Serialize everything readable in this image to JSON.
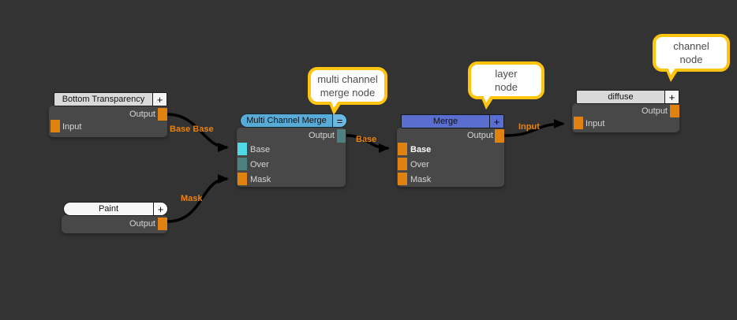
{
  "colors": {
    "background": "#333333",
    "node_body": "#484848",
    "title_gray": "#d9d9d9",
    "title_cyan": "#58abd7",
    "title_blue": "#5a6ed0",
    "port_orange": "#e0820f",
    "port_cyan": "#4fd9e7",
    "port_teal": "#4e8080",
    "wire": "#000000",
    "wire_label": "#e8820f",
    "callout_border": "#fec40e"
  },
  "nodes": {
    "bottom_transparency": {
      "title": "Bottom Transparency",
      "add_button": "+",
      "ports": {
        "output": "Output",
        "input": "Input"
      }
    },
    "paint": {
      "title": "Paint",
      "add_button": "+",
      "ports": {
        "output": "Output"
      }
    },
    "multi_channel_merge": {
      "title": "Multi Channel Merge",
      "menu_button": "=",
      "ports": {
        "output": "Output",
        "base": "Base",
        "over": "Over",
        "mask": "Mask"
      }
    },
    "merge": {
      "title": "Merge",
      "add_button": "+",
      "ports": {
        "output": "Output",
        "base": "Base",
        "over": "Over",
        "mask": "Mask"
      }
    },
    "diffuse": {
      "title": "diffuse",
      "add_button": "+",
      "ports": {
        "output": "Output",
        "input": "Input"
      }
    }
  },
  "wire_labels": {
    "base_base": "Base Base",
    "mask": "Mask",
    "base": "Base",
    "input": "Input"
  },
  "callouts": {
    "multi_channel_merge": {
      "line1": "multi channel",
      "line2": "merge node"
    },
    "layer": {
      "line1": "layer",
      "line2": "node"
    },
    "channel": {
      "line1": "channel",
      "line2": "node"
    }
  }
}
